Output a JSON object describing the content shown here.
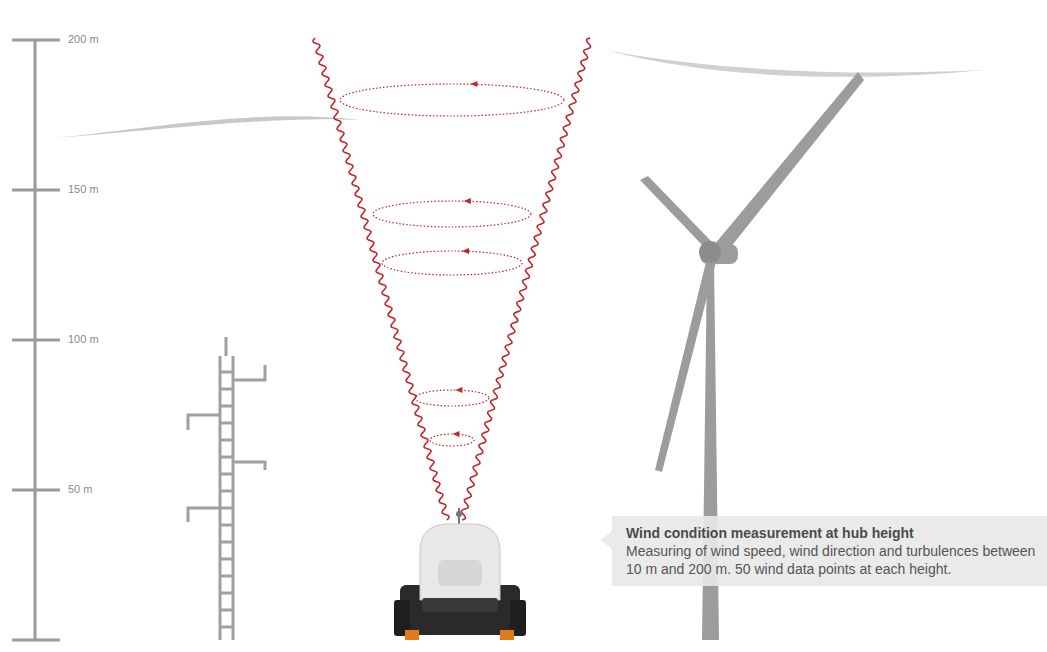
{
  "diagram": {
    "nodes": [
      {
        "text": [
          "Wind condition measurement at hub height",
          "Measuring of wind speed, wind direction and turbulences between 10 m and 200 m. 50 wind data points at each height."
        ]
      }
    ],
    "labels": [
      "200 m",
      "150 m",
      "100 m",
      "50 m"
    ]
  }
}
